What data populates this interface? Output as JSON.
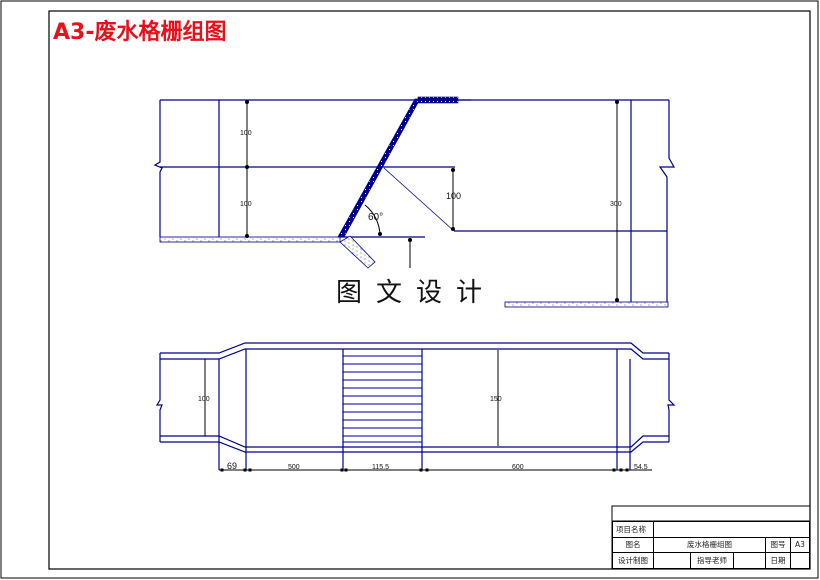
{
  "title": "A3-废水格栅组图",
  "watermark": "图文设计",
  "colors": {
    "title": "#e8101a",
    "structure_lines": "#00008b",
    "dimension_lines": "#000000",
    "border": "#000000"
  },
  "elevation_view": {
    "dims": {
      "left_upper": "100",
      "left_lower": "100",
      "middle_right": "100",
      "right_total": "300",
      "angle": "60°"
    }
  },
  "plan_view": {
    "dims": {
      "inlet_width": "100",
      "channel_width": "150",
      "segments": [
        "69",
        "500",
        "115.5",
        "600",
        "54.5"
      ]
    }
  },
  "title_block": {
    "project_label": "项目名称",
    "project_value": "",
    "drawing_name_label": "图名",
    "drawing_name_value": "废水格栅组图",
    "drawing_no_label": "图号",
    "drawing_no_value": "A3",
    "designer_label": "设计制图",
    "designer_value": "",
    "advisor_label": "指导老师",
    "advisor_value": "",
    "date_label": "日期",
    "date_value": ""
  }
}
